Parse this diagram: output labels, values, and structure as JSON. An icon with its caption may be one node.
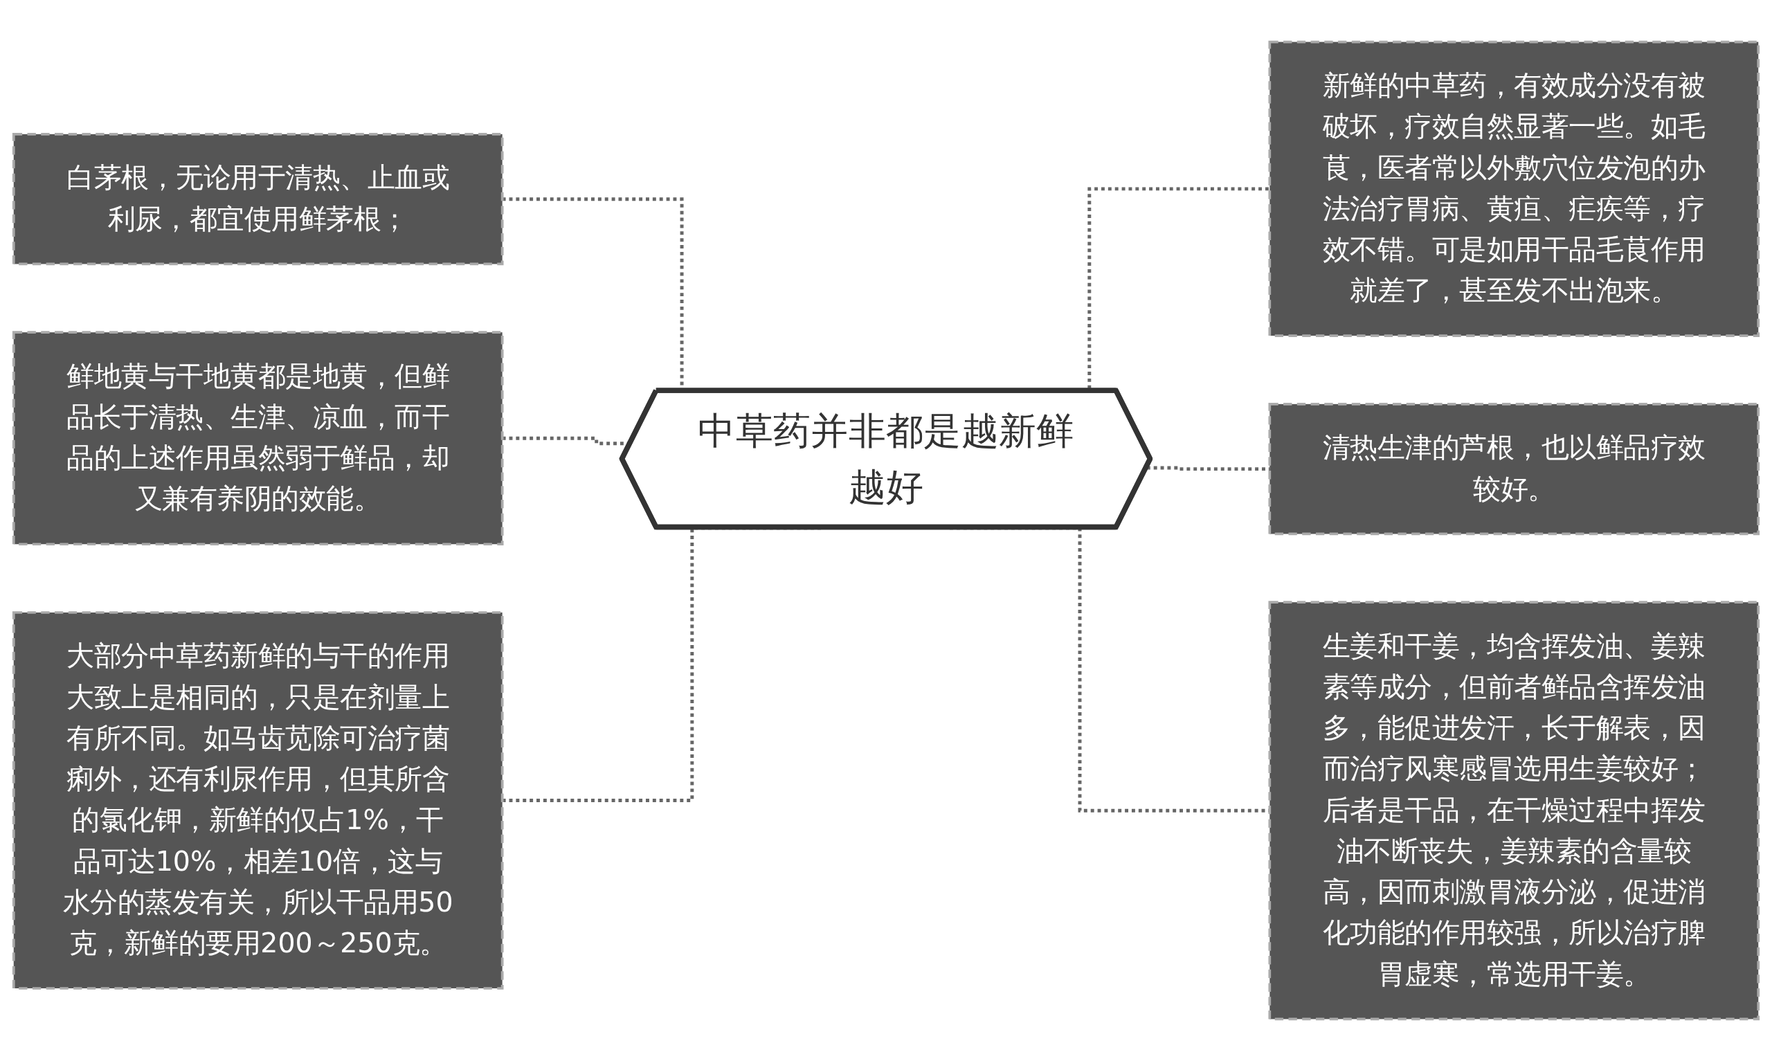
{
  "diagram": {
    "nodes": [
      {
        "text": [
          "中草药并非都是越新鲜越好"
        ]
      },
      {
        "text": [
          "白茅根，无论用于清热、止血或利尿，都宜使用鲜茅根；"
        ]
      },
      {
        "text": [
          "鲜地黄与干地黄都是地黄，但鲜品长于清热、生津、凉血，而干品的上述作用虽然弱于鲜品，却又兼有养阴的效能。"
        ]
      },
      {
        "text": [
          "大部分中草药新鲜的与干的作用大致上是相同的，只是在剂量上有所不同。如马齿苋除可治疗菌痢外，还有利尿作用，但其所含的氯化钾，新鲜的仅占1%，干品可达10%，相差10倍，这与水分的蒸发有关，所以干品用50克，新鲜的要用200～250克。"
        ]
      },
      {
        "text": [
          "新鲜的中草药，有效成分没有被破坏，疗效自然显著一些。如毛茛，医者常以外敷穴位发泡的办法治疗胃病、黄疸、疟疾等，疗效不错。可是如用干品毛茛作用就差了，甚至发不出泡来。"
        ]
      },
      {
        "text": [
          "清热生津的芦根，也以鲜品疗效较好。"
        ]
      },
      {
        "text": [
          "生姜和干姜，均含挥发油、姜辣素等成分，但前者鲜品含挥发油多，能促进发汗，长于解表，因而治疗风寒感冒选用生姜较好；后者是干品，在干燥过程中挥发油不断丧失，姜辣素的含量较高，因而刺激胃液分泌，促进消化功能的作用较强，所以治疗脾胃虚寒，常选用干姜。"
        ]
      }
    ],
    "edges": [
      {
        "from": 1,
        "to": 0,
        "arrow": "none",
        "style": "dashed"
      },
      {
        "from": 2,
        "to": 0,
        "arrow": "none",
        "style": "dashed"
      },
      {
        "from": 3,
        "to": 0,
        "arrow": "none",
        "style": "dashed"
      },
      {
        "from": 0,
        "to": 4,
        "arrow": "none",
        "style": "dashed"
      },
      {
        "from": 0,
        "to": 5,
        "arrow": "none",
        "style": "dashed"
      },
      {
        "from": 0,
        "to": 6,
        "arrow": "none",
        "style": "dashed"
      }
    ]
  }
}
